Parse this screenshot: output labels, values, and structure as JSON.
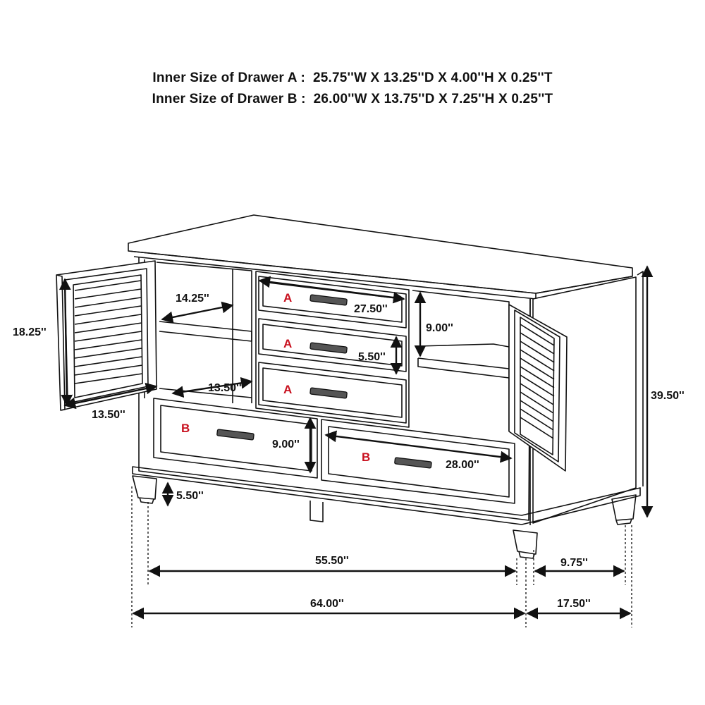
{
  "specs": {
    "drawer_a": "Inner Size of Drawer A :  25.75''W X 13.25''D X 4.00''H X 0.25''T",
    "drawer_b": "Inner Size of Drawer B :  26.00''W X 13.75''D X 7.25''H X 0.25''T"
  },
  "dimensions": {
    "door_height": "18.25''",
    "door_width": "13.50''",
    "shelf_depth_upper": "14.25''",
    "shelf_depth_lower": "13.50''",
    "drawer_a_width": "27.50''",
    "drawer_a_height_total": "9.00''",
    "drawer_a_height": "5.50''",
    "drawer_b_height": "9.00''",
    "drawer_b_width": "28.00''",
    "foot_height": "5.50''",
    "overall_height": "39.50''",
    "inner_width": "55.50''",
    "inner_depth": "9.75''",
    "overall_width": "64.00''",
    "overall_depth": "17.50''"
  },
  "labels": {
    "a1": "A",
    "a2": "A",
    "a3": "A",
    "b1": "B",
    "b2": "B"
  },
  "colors": {
    "line": "#111111",
    "label_red": "#c8101e"
  }
}
